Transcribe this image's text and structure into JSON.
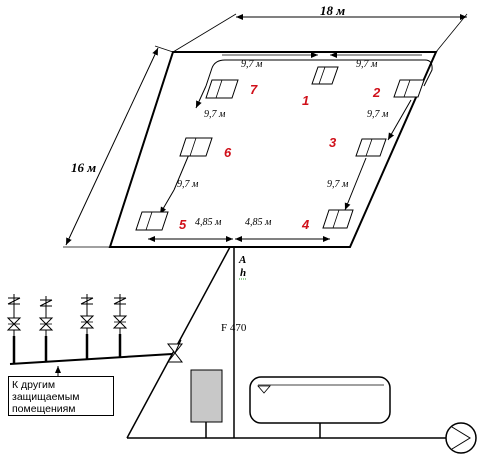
{
  "dimensions": {
    "width_label": "18 м",
    "depth_label": "16 м",
    "spacing_top_left": "9,7 м",
    "spacing_top_right": "9,7 м",
    "spacing_side_left_upper": "9,7 м",
    "spacing_side_right_upper": "9,7 м",
    "spacing_side_left_lower": "9,7 м",
    "spacing_side_right_lower": "9,7 м",
    "spacing_bottom_left": "4,85 м",
    "spacing_bottom_right": "4,85 м"
  },
  "sprinklers": [
    "1",
    "2",
    "3",
    "4",
    "5",
    "6",
    "7"
  ],
  "labels": {
    "point_a": "A",
    "point_h": "h",
    "pipe_label": "F 470",
    "caption": "К другим защищаемым помещениям"
  },
  "colors": {
    "number_color": "#d0101a",
    "tank_fill": "#c8c8c8"
  }
}
